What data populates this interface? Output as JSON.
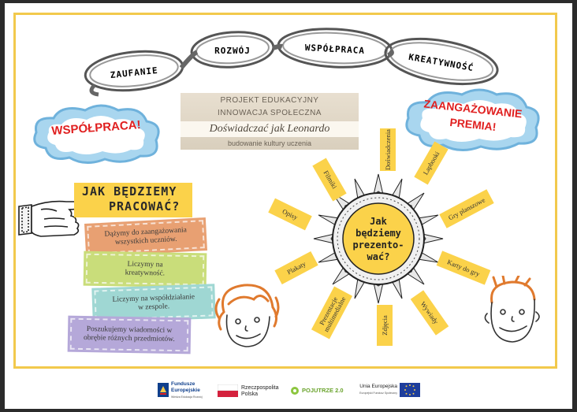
{
  "chain_words": [
    "ZAUFANIE",
    "ROZWÓJ",
    "WSPÓŁPRACA",
    "KREATYWNOŚĆ"
  ],
  "project": {
    "line1": "PROJEKT EDUKACYJNY",
    "line2": "INNOWACJA SPOŁECZNA",
    "title": "Doświadczać jak Leonardo",
    "subtitle": "budowanie kultury uczenia"
  },
  "cloud_left": "WSPÓŁPRACA!",
  "cloud_right": {
    "line1": "ZAANGAŻOWANIE",
    "line2": "PREMIA!"
  },
  "how_work": {
    "line1": "JAK BĘDZIEMY",
    "line2": "PRACOWAĆ?"
  },
  "principles": [
    {
      "text": "Dążymy do zaangażowania wszystkich uczniów.",
      "color": "#e8a072"
    },
    {
      "text": "Liczymy na kreatywność.",
      "color": "#c9dd7a"
    },
    {
      "text": "Liczymy na współdziałanie w zespole.",
      "color": "#9fd7d3"
    },
    {
      "text": "Poszukujemy wiadomości w obrębie różnych przedmiotów.",
      "color": "#b5a8d9"
    }
  ],
  "sun_center": [
    "Jak",
    "będziemy",
    "prezento-",
    "wać?"
  ],
  "rays": [
    "Filmiki",
    "Doświadczenia",
    "Lapbooki",
    "Gry planszowe",
    "Karty do gry",
    "Wywiady",
    "Zdjęcia",
    "Prezentacje multimedialne",
    "Plakaty",
    "Opisy"
  ],
  "logos": {
    "fe_1": "Fundusze",
    "fe_2": "Europejskie",
    "fe_3": "Wiedza Edukacja Rozwój",
    "rp_1": "Rzeczpospolita",
    "rp_2": "Polska",
    "pj": "POJUTRZE 2.0",
    "ue_1": "Unia Europejska",
    "ue_2": "Europejski Fundusz Społeczny"
  },
  "colors": {
    "frame": "#f2c94c",
    "yellow": "#fbd24a",
    "red": "#e02020",
    "cloud": "#a9d6ef"
  }
}
